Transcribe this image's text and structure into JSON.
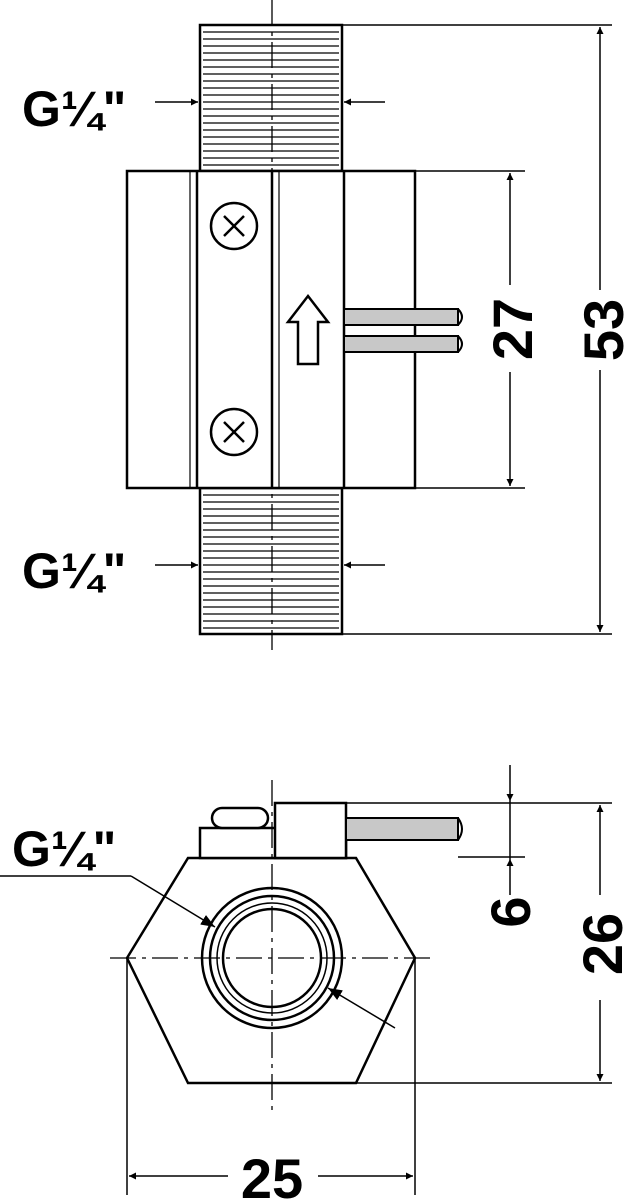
{
  "drawing": {
    "thread_top": "G¼\"",
    "thread_bottom": "G¼\"",
    "thread_end_view": "G¼\"",
    "dim_body_height": "27",
    "dim_overall_length": "53",
    "dim_cable_offset": "6",
    "dim_end_height": "26",
    "dim_width_across_corners": "25",
    "colors": {
      "line": "#000000",
      "cable_fill": "#c8c8c8",
      "background": "#ffffff"
    }
  }
}
